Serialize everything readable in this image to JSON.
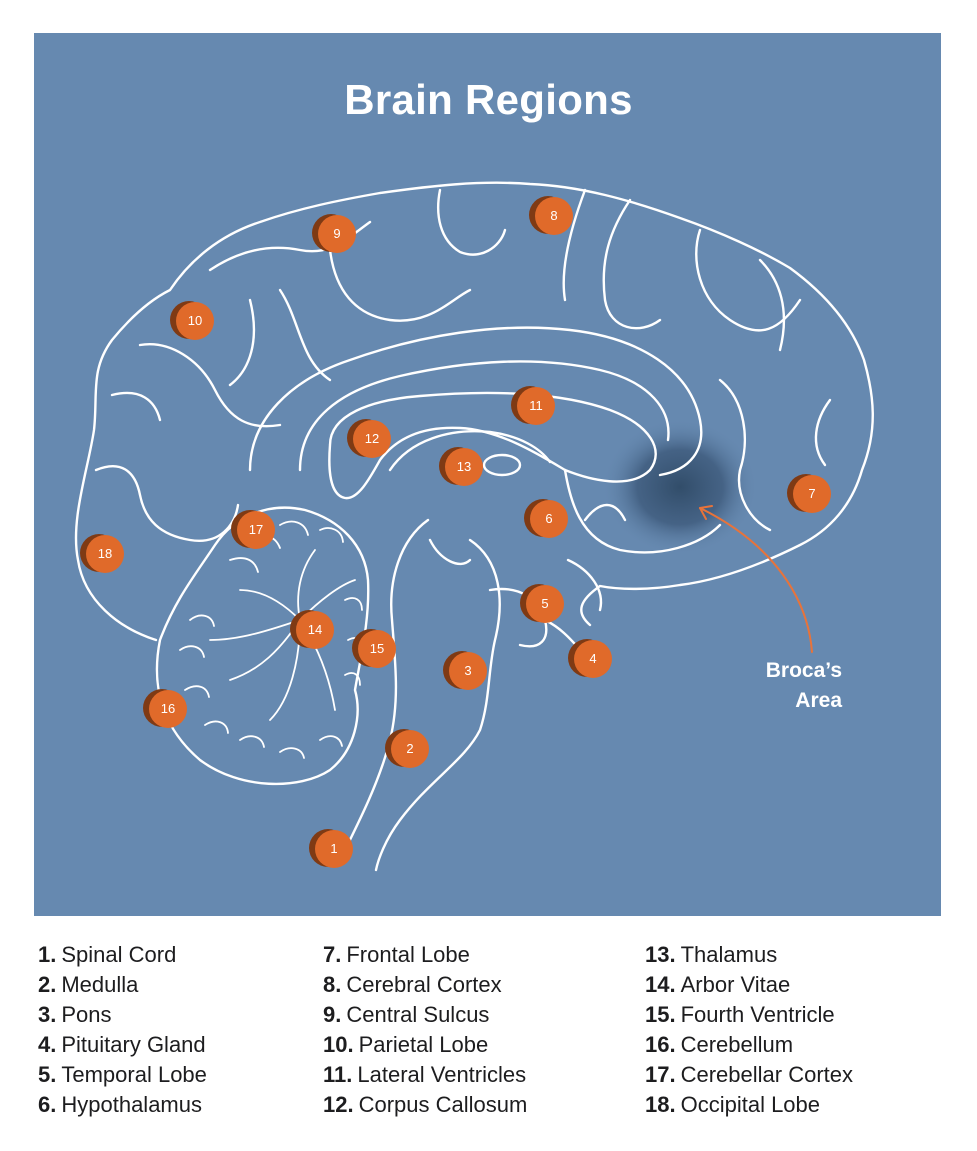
{
  "title": "Brain Regions",
  "colors": {
    "panel": "#6689b0",
    "marker": "#e06a2a",
    "marker_shadow": "#7f3a14",
    "outline": "#ffffff",
    "callout_arrow": "#e8733a",
    "legend_text": "#1d1d1f"
  },
  "callout": {
    "label_line1": "Broca’s",
    "label_line2": "Area"
  },
  "markers": [
    "1",
    "2",
    "3",
    "4",
    "5",
    "6",
    "7",
    "8",
    "9",
    "10",
    "11",
    "12",
    "13",
    "14",
    "15",
    "16",
    "17",
    "18"
  ],
  "legend": [
    [
      {
        "num": "1.",
        "label": "Spinal Cord"
      },
      {
        "num": "2.",
        "label": "Medulla"
      },
      {
        "num": "3.",
        "label": "Pons"
      },
      {
        "num": "4.",
        "label": "Pituitary Gland"
      },
      {
        "num": "5.",
        "label": "Temporal Lobe"
      },
      {
        "num": "6.",
        "label": "Hypothalamus"
      }
    ],
    [
      {
        "num": "7.",
        "label": "Frontal Lobe"
      },
      {
        "num": "8.",
        "label": "Cerebral Cortex"
      },
      {
        "num": "9.",
        "label": "Central Sulcus"
      },
      {
        "num": "10.",
        "label": "Parietal Lobe"
      },
      {
        "num": "11.",
        "label": "Lateral Ventricles"
      },
      {
        "num": "12.",
        "label": "Corpus Callosum"
      }
    ],
    [
      {
        "num": "13.",
        "label": "Thalamus"
      },
      {
        "num": "14.",
        "label": "Arbor Vitae"
      },
      {
        "num": "15.",
        "label": "Fourth Ventricle"
      },
      {
        "num": "16.",
        "label": "Cerebellum"
      },
      {
        "num": "17.",
        "label": "Cerebellar Cortex"
      },
      {
        "num": "18.",
        "label": "Occipital Lobe"
      }
    ]
  ]
}
